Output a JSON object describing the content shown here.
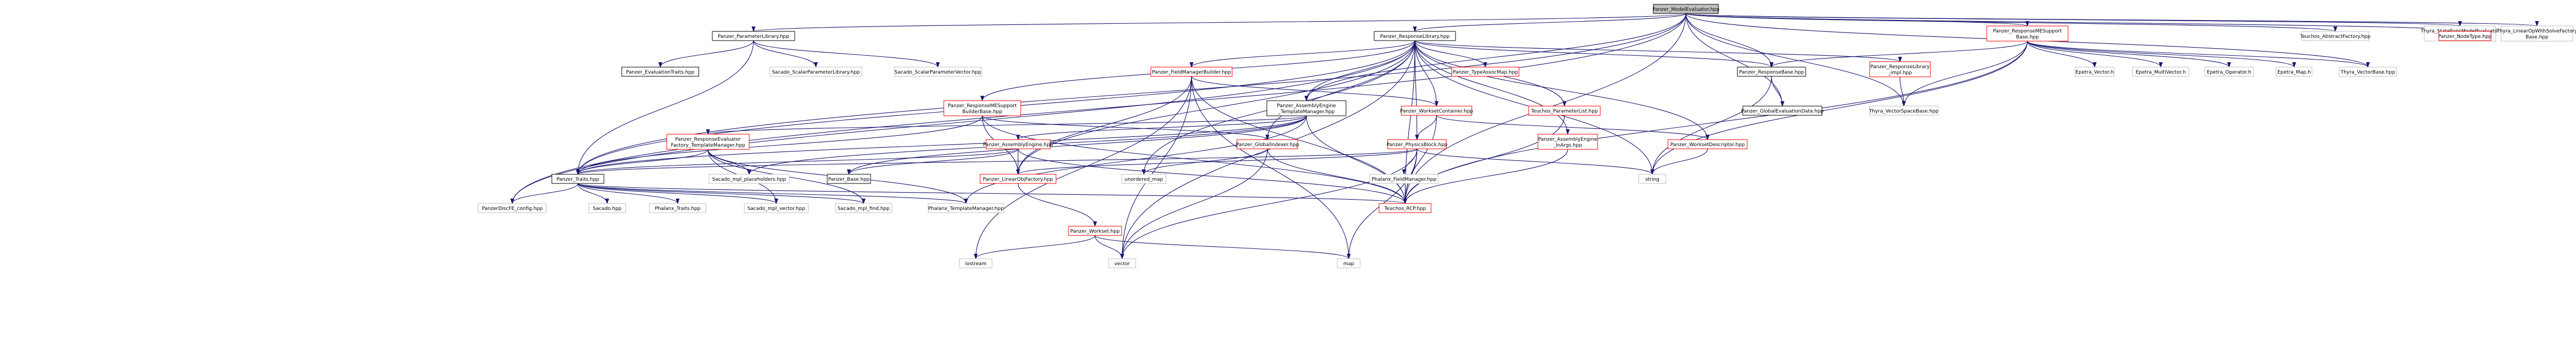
{
  "colors": {
    "edge": "#191970",
    "border_black": "#000000",
    "border_gray": "#bfbfbf",
    "border_red": "#ff0000",
    "root_fill": "#bfbfbf",
    "fill": "#ffffff",
    "text": "#000000"
  },
  "nodes": [
    {
      "id": "me",
      "label": [
        "Panzer_ModelEvaluator.hpp"
      ],
      "style": "root"
    },
    {
      "id": "plib",
      "label": [
        "Panzer_ParameterLibrary.hpp"
      ],
      "style": "normal"
    },
    {
      "id": "rlib",
      "label": [
        "Panzer_ResponseLibrary.hpp"
      ],
      "style": "normal"
    },
    {
      "id": "rme",
      "label": [
        "Panzer_ResponseMESupport",
        "Base.hpp"
      ],
      "style": "red"
    },
    {
      "id": "taf",
      "label": [
        "Teuchos_AbstractFactory.hpp"
      ],
      "style": "gray"
    },
    {
      "id": "tsf",
      "label": [
        "Thyra_StateFuncModelEvaluator",
        "Base.hpp"
      ],
      "style": "gray"
    },
    {
      "id": "tlo",
      "label": [
        "Thyra_LinearOpWithSolveFactory",
        "Base.hpp"
      ],
      "style": "gray"
    },
    {
      "id": "pnt",
      "label": [
        "Panzer_NodeType.hpp"
      ],
      "style": "red"
    },
    {
      "id": "evt",
      "label": [
        "Panzer_EvaluationTraits.hpp"
      ],
      "style": "normal"
    },
    {
      "id": "sspl",
      "label": [
        "Sacado_ScalarParameterLibrary.hpp"
      ],
      "style": "gray"
    },
    {
      "id": "sspv",
      "label": [
        "Sacado_ScalarParameterVector.hpp"
      ],
      "style": "gray"
    },
    {
      "id": "fmb",
      "label": [
        "Panzer_FieldManagerBuilder.hpp"
      ],
      "style": "red"
    },
    {
      "id": "tam",
      "label": [
        "Panzer_TypeAssocMap.hpp"
      ],
      "style": "red"
    },
    {
      "id": "rb",
      "label": [
        "Panzer_ResponseBase.hpp"
      ],
      "style": "normal"
    },
    {
      "id": "rli",
      "label": [
        "Panzer_ResponseLibrary",
        "_impl.hpp"
      ],
      "style": "red"
    },
    {
      "id": "ev",
      "label": [
        "Epetra_Vector.h"
      ],
      "style": "gray"
    },
    {
      "id": "emv",
      "label": [
        "Epetra_MultiVector.h"
      ],
      "style": "gray"
    },
    {
      "id": "eop",
      "label": [
        "Epetra_Operator.h"
      ],
      "style": "gray"
    },
    {
      "id": "emap",
      "label": [
        "Epetra_Map.h"
      ],
      "style": "gray"
    },
    {
      "id": "tvb",
      "label": [
        "Thyra_VectorBase.hpp"
      ],
      "style": "gray"
    },
    {
      "id": "aetm",
      "label": [
        "Panzer_AssemblyEngine",
        "_TemplateManager.hpp"
      ],
      "style": "normal"
    },
    {
      "id": "rmeb",
      "label": [
        "Panzer_ResponseMESupport",
        "BuilderBase.hpp"
      ],
      "style": "red"
    },
    {
      "id": "wc",
      "label": [
        "Panzer_WorksetContainer.hpp"
      ],
      "style": "red"
    },
    {
      "id": "tpl",
      "label": [
        "Teuchos_ParameterList.hpp"
      ],
      "style": "red"
    },
    {
      "id": "ged",
      "label": [
        "Panzer_GlobalEvaluationData.hpp"
      ],
      "style": "normal"
    },
    {
      "id": "tvsb",
      "label": [
        "Thyra_VectorSpaceBase.hpp"
      ],
      "style": "gray"
    },
    {
      "id": "retm",
      "label": [
        "Panzer_ResponseEvaluator",
        "Factory_TemplateManager.hpp"
      ],
      "style": "red"
    },
    {
      "id": "ae",
      "label": [
        "Panzer_AssemblyEngine.hpp"
      ],
      "style": "red"
    },
    {
      "id": "gi",
      "label": [
        "Panzer_GlobalIndexer.hpp"
      ],
      "style": "red"
    },
    {
      "id": "pb",
      "label": [
        "Panzer_PhysicsBlock.hpp"
      ],
      "style": "red"
    },
    {
      "id": "aeia",
      "label": [
        "Panzer_AssemblyEngine",
        "_InArgs.hpp"
      ],
      "style": "red"
    },
    {
      "id": "wd",
      "label": [
        "Panzer_WorksetDescriptor.hpp"
      ],
      "style": "red"
    },
    {
      "id": "tr",
      "label": [
        "Panzer_Traits.hpp"
      ],
      "style": "normal"
    },
    {
      "id": "smp",
      "label": [
        "Sacado_mpl_placeholders.hpp"
      ],
      "style": "gray"
    },
    {
      "id": "pbase",
      "label": [
        "Panzer_Base.hpp"
      ],
      "style": "normal"
    },
    {
      "id": "lof",
      "label": [
        "Panzer_LinearObjFactory.hpp"
      ],
      "style": "red"
    },
    {
      "id": "um",
      "label": [
        "unordered_map"
      ],
      "style": "gray"
    },
    {
      "id": "pfm",
      "label": [
        "Phalanx_FieldManager.hpp"
      ],
      "style": "gray"
    },
    {
      "id": "str",
      "label": [
        "string"
      ],
      "style": "gray"
    },
    {
      "id": "pcfg",
      "label": [
        "PanzerDiscFE_config.hpp"
      ],
      "style": "gray"
    },
    {
      "id": "sac",
      "label": [
        "Sacado.hpp"
      ],
      "style": "gray"
    },
    {
      "id": "ptr",
      "label": [
        "Phalanx_Traits.hpp"
      ],
      "style": "gray"
    },
    {
      "id": "smv",
      "label": [
        "Sacado_mpl_vector.hpp"
      ],
      "style": "gray"
    },
    {
      "id": "smf",
      "label": [
        "Sacado_mpl_find.hpp"
      ],
      "style": "gray"
    },
    {
      "id": "ptm",
      "label": [
        "Phalanx_TemplateManager.hpp"
      ],
      "style": "gray"
    },
    {
      "id": "rcp",
      "label": [
        "Teuchos_RCP.hpp"
      ],
      "style": "red"
    },
    {
      "id": "ws",
      "label": [
        "Panzer_Workset.hpp"
      ],
      "style": "red"
    },
    {
      "id": "ios",
      "label": [
        "iostream"
      ],
      "style": "gray"
    },
    {
      "id": "vec",
      "label": [
        "vector"
      ],
      "style": "gray"
    },
    {
      "id": "map",
      "label": [
        "map"
      ],
      "style": "gray"
    }
  ],
  "edges": [
    [
      "me",
      "plib"
    ],
    [
      "me",
      "rlib"
    ],
    [
      "me",
      "rme"
    ],
    [
      "me",
      "taf"
    ],
    [
      "me",
      "tsf"
    ],
    [
      "me",
      "tlo"
    ],
    [
      "me",
      "pnt"
    ],
    [
      "me",
      "pcfg"
    ],
    [
      "me",
      "tr"
    ],
    [
      "me",
      "aetm"
    ],
    [
      "me",
      "tvb"
    ],
    [
      "me",
      "tvsb"
    ],
    [
      "me",
      "rb"
    ],
    [
      "me",
      "ged"
    ],
    [
      "me",
      "rcp"
    ],
    [
      "plib",
      "evt"
    ],
    [
      "plib",
      "sspl"
    ],
    [
      "plib",
      "sspv"
    ],
    [
      "plib",
      "tr"
    ],
    [
      "rlib",
      "fmb"
    ],
    [
      "rlib",
      "tam"
    ],
    [
      "rlib",
      "rb"
    ],
    [
      "rlib",
      "rli"
    ],
    [
      "rlib",
      "aetm"
    ],
    [
      "rlib",
      "rmeb"
    ],
    [
      "rlib",
      "wc"
    ],
    [
      "rlib",
      "tpl"
    ],
    [
      "rlib",
      "gi"
    ],
    [
      "rlib",
      "pb"
    ],
    [
      "rlib",
      "aeia"
    ],
    [
      "rlib",
      "wd"
    ],
    [
      "rlib",
      "lof"
    ],
    [
      "rlib",
      "um"
    ],
    [
      "rlib",
      "str"
    ],
    [
      "rlib",
      "pcfg"
    ],
    [
      "rlib",
      "tr"
    ],
    [
      "rlib",
      "rcp"
    ],
    [
      "rlib",
      "vec"
    ],
    [
      "rme",
      "rb"
    ],
    [
      "rme",
      "ev"
    ],
    [
      "rme",
      "emv"
    ],
    [
      "rme",
      "eop"
    ],
    [
      "rme",
      "emap"
    ],
    [
      "rme",
      "tvb"
    ],
    [
      "rme",
      "tvsb"
    ],
    [
      "rme",
      "str"
    ],
    [
      "rme",
      "rcp"
    ],
    [
      "fmb",
      "wc"
    ],
    [
      "fmb",
      "lof"
    ],
    [
      "fmb",
      "ios"
    ],
    [
      "fmb",
      "vec"
    ],
    [
      "fmb",
      "map"
    ],
    [
      "fmb",
      "rcp"
    ],
    [
      "rb",
      "ged"
    ],
    [
      "rb",
      "str"
    ],
    [
      "rli",
      "tvsb"
    ],
    [
      "aetm",
      "retm"
    ],
    [
      "aetm",
      "ae"
    ],
    [
      "aetm",
      "tr"
    ],
    [
      "aetm",
      "smp"
    ],
    [
      "aetm",
      "pbase"
    ],
    [
      "aetm",
      "ptm"
    ],
    [
      "aetm",
      "rcp"
    ],
    [
      "rmeb",
      "gi"
    ],
    [
      "rmeb",
      "lof"
    ],
    [
      "rmeb",
      "tr"
    ],
    [
      "rmeb",
      "rcp"
    ],
    [
      "wc",
      "pb"
    ],
    [
      "wc",
      "wd"
    ],
    [
      "wc",
      "rcp"
    ],
    [
      "tpl",
      "rcp"
    ],
    [
      "retm",
      "tr"
    ],
    [
      "retm",
      "smp"
    ],
    [
      "retm",
      "ptm"
    ],
    [
      "retm",
      "smv"
    ],
    [
      "retm",
      "smf"
    ],
    [
      "ae",
      "tr"
    ],
    [
      "ae",
      "pbase"
    ],
    [
      "ae",
      "lof"
    ],
    [
      "ae",
      "rcp"
    ],
    [
      "gi",
      "um"
    ],
    [
      "gi",
      "vec"
    ],
    [
      "gi",
      "rcp"
    ],
    [
      "pb",
      "tr"
    ],
    [
      "pb",
      "pfm"
    ],
    [
      "pb",
      "str"
    ],
    [
      "pb",
      "vec"
    ],
    [
      "pb",
      "map"
    ],
    [
      "pb",
      "rcp"
    ],
    [
      "pb",
      "lof"
    ],
    [
      "aeia",
      "rcp"
    ],
    [
      "wd",
      "str"
    ],
    [
      "tr",
      "pcfg"
    ],
    [
      "tr",
      "sac"
    ],
    [
      "tr",
      "ptr"
    ],
    [
      "tr",
      "smv"
    ],
    [
      "tr",
      "smf"
    ],
    [
      "tr",
      "ptm"
    ],
    [
      "tr",
      "rcp"
    ],
    [
      "lof",
      "ws"
    ],
    [
      "ws",
      "ios"
    ],
    [
      "ws",
      "vec"
    ],
    [
      "ws",
      "map"
    ]
  ]
}
